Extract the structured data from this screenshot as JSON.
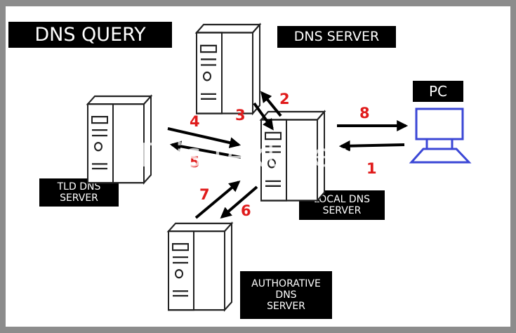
{
  "title": "DNS QUERY",
  "labels": {
    "dns_server": "DNS SERVER",
    "pc": "PC",
    "tld_line1": "TLD DNS",
    "tld_line2": "SERVER",
    "local_line1": "LOCAL DNS",
    "local_line2": "SERVER",
    "auth_line1": "AUTHORATIVE",
    "auth_line2": "DNS",
    "auth_line3": "SERVER"
  },
  "steps": [
    "1",
    "2",
    "3",
    "4",
    "5",
    "6",
    "7",
    "8"
  ],
  "watermark": "This text here",
  "colors": {
    "arrow": "#000000",
    "step_number": "#e01b1b",
    "pc": "#3b47d6",
    "label_bg": "#000000",
    "label_text": "#ffffff"
  },
  "icons": [
    "server-icon",
    "computer-icon"
  ]
}
